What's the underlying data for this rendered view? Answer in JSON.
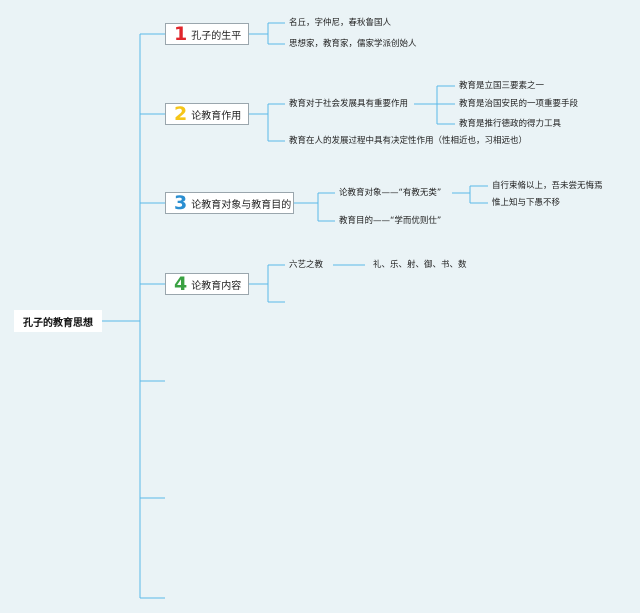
{
  "root": {
    "label": "孔子的教育思想"
  },
  "branches": [
    {
      "number": "1",
      "number_color": "#e0262c",
      "label": "孔子的生平",
      "children": [
        {
          "label": "名丘，字仲尼，春秋鲁国人"
        },
        {
          "label": "思想家，教育家，儒家学派创始人"
        }
      ]
    },
    {
      "number": "2",
      "number_color": "#f5c518",
      "label": "论教育作用",
      "children": [
        {
          "label": "教育对于社会发展具有重要作用",
          "children": [
            {
              "label": "教育是立国三要素之一"
            },
            {
              "label": "教育是治国安民的一项重要手段"
            },
            {
              "label": "教育是推行德政的得力工具"
            }
          ]
        },
        {
          "label": "教育在人的发展过程中具有决定性作用（性相近也，习相远也）"
        }
      ]
    },
    {
      "number": "3",
      "number_color": "#2b8fd1",
      "label": "论教育对象与教育目的",
      "children": [
        {
          "label": "论教育对象——“有教无类”",
          "children": [
            {
              "label": "自行束脩以上，吾未尝无悔焉"
            },
            {
              "label": "惟上知与下愚不移"
            }
          ]
        },
        {
          "label": "教育目的——“学而优则仕”"
        }
      ]
    },
    {
      "number": "4",
      "number_color": "#3aa142",
      "label": "论教育内容",
      "children": [
        {
          "label": "六艺之教",
          "children": [
            {
              "label": "礼、乐、射、御、书、数"
            }
          ]
        }
      ]
    }
  ]
}
